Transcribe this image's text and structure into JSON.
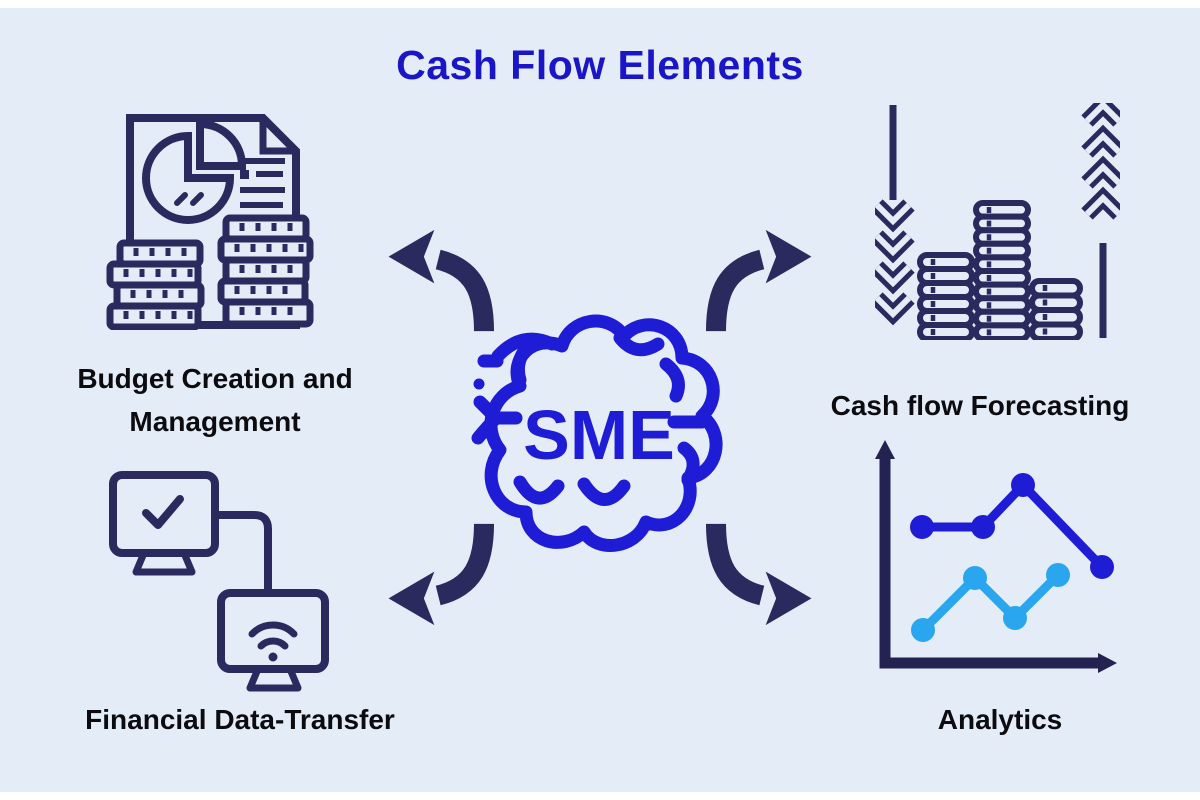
{
  "title": {
    "text": "Cash Flow Elements"
  },
  "center": {
    "label": "SME",
    "icon": "brain-icon"
  },
  "nodes": [
    {
      "id": "budget",
      "label": "Budget Creation and Management",
      "icon": "budget-report-coins-icon",
      "position": "top-left"
    },
    {
      "id": "forecasting",
      "label": "Cash flow Forecasting",
      "icon": "coin-stacks-trend-arrows-icon",
      "position": "top-right"
    },
    {
      "id": "transfer",
      "label": "Financial Data-Transfer",
      "icon": "connected-monitors-icon",
      "position": "bottom-left"
    },
    {
      "id": "analytics",
      "label": "Analytics",
      "icon": "line-chart-icon",
      "position": "bottom-right"
    }
  ],
  "connections": {
    "style": "curved-arrows",
    "direction": "outward-from-center",
    "count": 4
  },
  "colors": {
    "background": "#e4edf7",
    "frame": "#ffffff",
    "navy": "#2b2a5e",
    "royal_blue_title": "#1a16c8",
    "royal_blue_icon": "#1f1cd6",
    "cyan": "#29a6ee",
    "label_text": "#0b0b10"
  }
}
